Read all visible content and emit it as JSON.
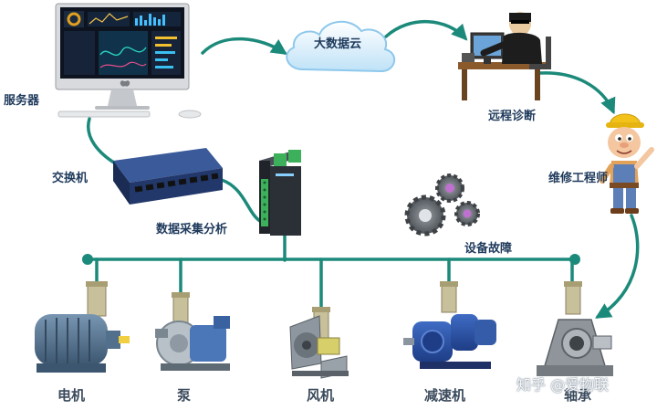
{
  "labels": {
    "server": "服务器",
    "cloud": "大数据云",
    "remote_diag": "远程诊断",
    "switch": "交换机",
    "daq": "数据采集分析",
    "engineer": "维修工程师",
    "equipment_fault": "设备故障",
    "motor": "电机",
    "pump": "泵",
    "fan": "风机",
    "reducer": "减速机",
    "bearing": "轴承"
  },
  "watermark": "知乎 @爱物联",
  "colors": {
    "connector_teal": "#1c8a7a",
    "label_navy": "#1f3a5c",
    "motor_blue": "#4a6a86",
    "reducer_blue": "#2a4fa0",
    "switch_blue": "#2d4a86",
    "daq_green": "#3cb05a"
  },
  "icons": {
    "server": "imac-monitor",
    "cloud": "cloud",
    "remote_diag": "hacker-at-desk",
    "engineer": "builder-character",
    "switch": "network-switch",
    "daq": "din-rail-daq-module",
    "equipment_fault": "gears",
    "motor": "electric-motor",
    "pump": "pump",
    "fan": "centrifugal-fan",
    "reducer": "gear-reducer",
    "bearing": "pillow-block-bearing"
  }
}
